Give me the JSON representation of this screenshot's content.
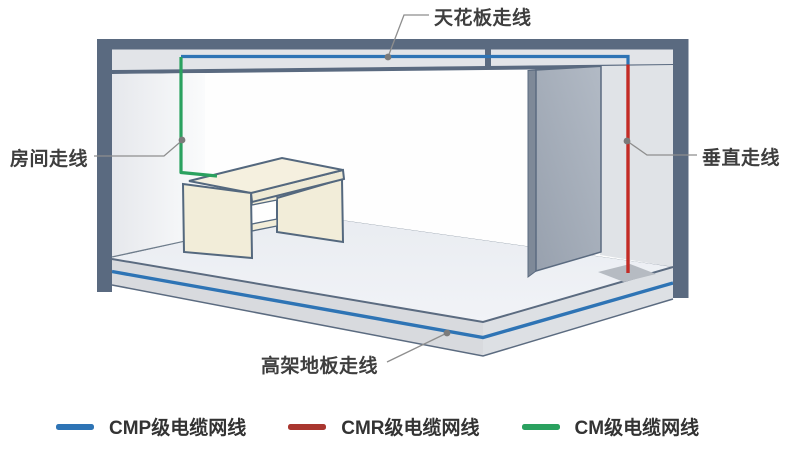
{
  "callouts": {
    "ceiling": "天花板走线",
    "room": "房间走线",
    "vertical": "垂直走线",
    "raised_floor": "高架地板走线"
  },
  "legend": {
    "items": [
      {
        "id": "cmp",
        "label": "CMP级电缆网线",
        "color": "#2e74b5"
      },
      {
        "id": "cmr",
        "label": "CMR级电缆网线",
        "color": "#a9362f"
      },
      {
        "id": "cm",
        "label": "CM级电缆网线",
        "color": "#2aa15f"
      }
    ]
  },
  "cables": {
    "cmp_color": "#2e74b5",
    "cmr_color": "#c32b25",
    "cm_color": "#2aa15f"
  }
}
